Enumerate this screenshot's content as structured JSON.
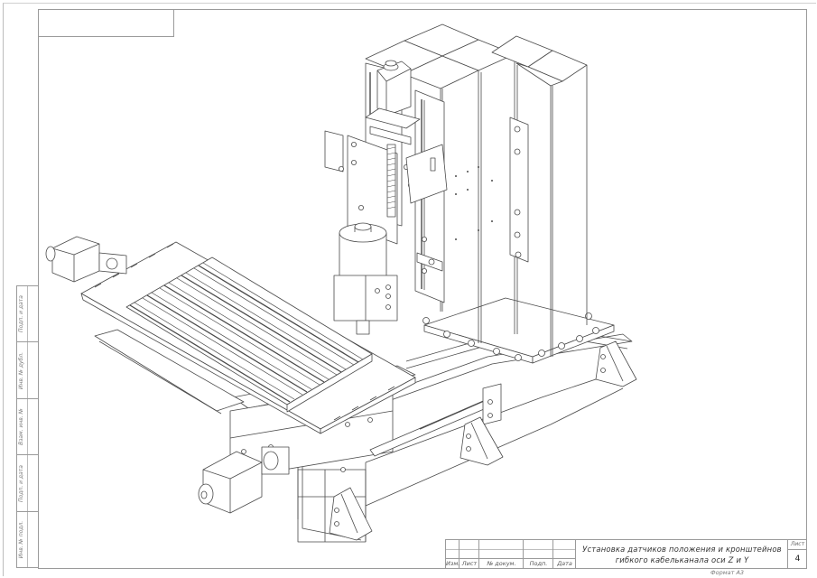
{
  "document": {
    "type": "engineering-drawing",
    "subject": "CNC milling machine isometric assembly view",
    "format_label": "Формат А3"
  },
  "side_stamp": {
    "cells": [
      {
        "label": "Подп. и дата"
      },
      {
        "label": "Инв. № дубл."
      },
      {
        "label": "Взам. инв. №"
      },
      {
        "label": "Подп. и дата"
      },
      {
        "label": "Инв. № подл."
      }
    ]
  },
  "title_block": {
    "columns": [
      {
        "label": "Изм."
      },
      {
        "label": "Лист"
      },
      {
        "label": "№ докум."
      },
      {
        "label": "Подп."
      },
      {
        "label": "Дата"
      }
    ],
    "title_line1": "Установка датчиков положения и кронштейнов",
    "title_line2": "гибкого кабельканала оси Z и Y",
    "sheet_label": "Лист",
    "sheet_number": "4"
  },
  "drawing": {
    "components": [
      {
        "name": "column-square-tubes"
      },
      {
        "name": "z-axis-stepper-motor"
      },
      {
        "name": "z-axis-ball-screw"
      },
      {
        "name": "spindle-motor"
      },
      {
        "name": "t-slot-table"
      },
      {
        "name": "x-axis-stepper-motor"
      },
      {
        "name": "y-axis-stepper-motor"
      },
      {
        "name": "base-frame"
      },
      {
        "name": "support-brackets"
      },
      {
        "name": "cable-chain-brackets"
      },
      {
        "name": "position-sensors"
      }
    ],
    "line_color": "#4a4a4a"
  }
}
